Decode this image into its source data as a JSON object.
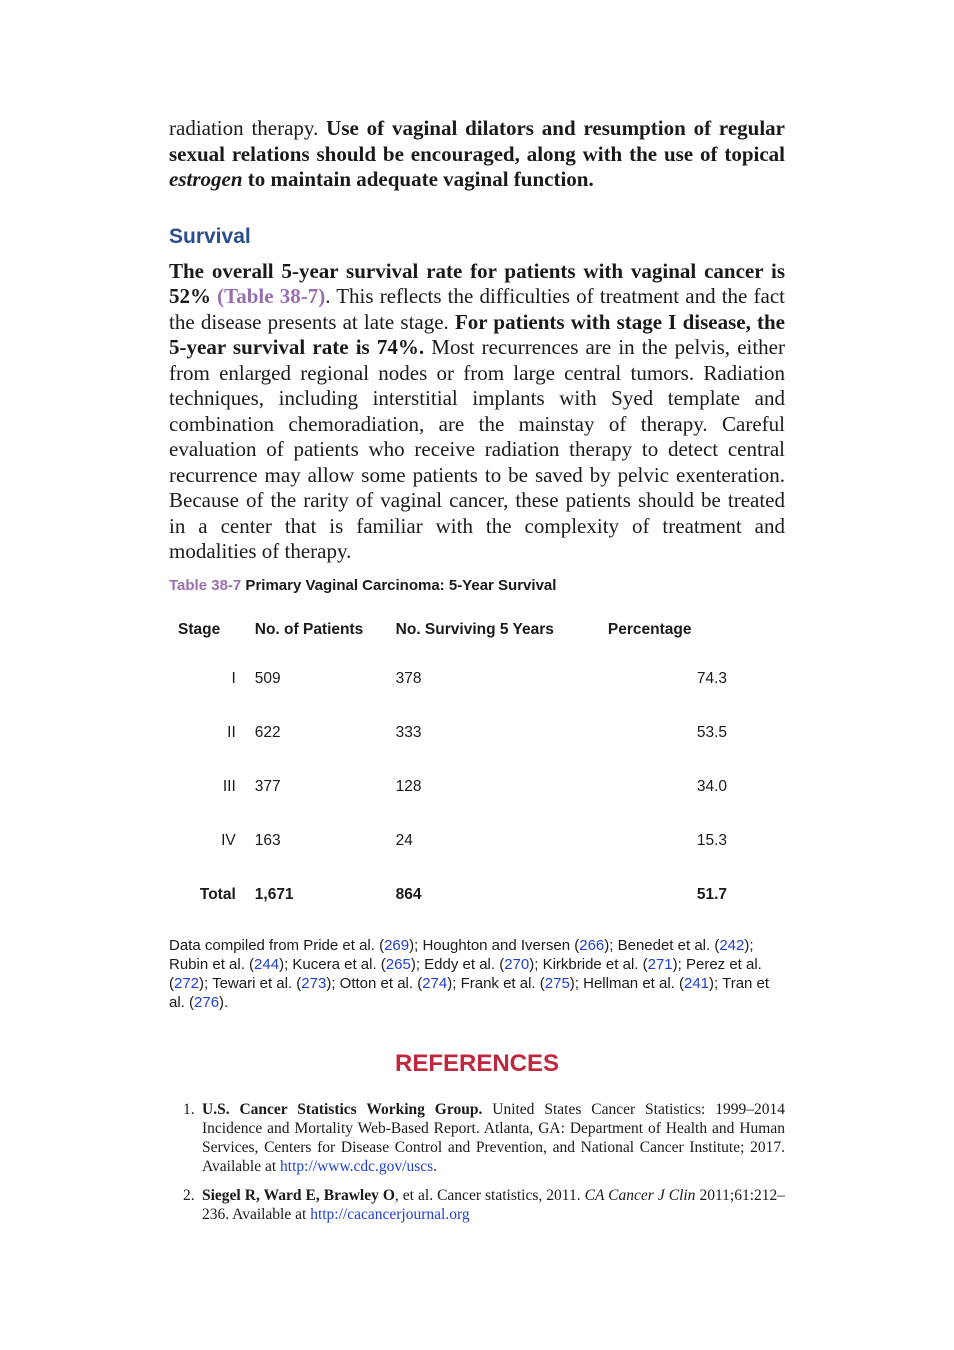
{
  "intro": {
    "plain": "radiation therapy. ",
    "bold_a": "Use of vaginal dilators and resumption of regular sexual relations should be encouraged, along with the use of topical ",
    "bold_italic": "estrogen",
    "bold_b": " to maintain adequate vaginal function."
  },
  "survival": {
    "heading": "Survival",
    "bold_1": "The overall 5-year survival rate for patients with vaginal cancer is 52% ",
    "table_ref": "(Table 38-7)",
    "text_1": ". This reflects the difficulties of treatment and the fact the disease presents at late stage. ",
    "bold_2": "For patients with stage I disease, the 5-year survival rate is 74%.",
    "text_2": " Most recurrences are in the pelvis, either from enlarged regional nodes or from large central tumors. Radiation techniques, including interstitial implants with Syed template and combination chemoradiation, are the mainstay of therapy. Careful evaluation of patients who receive radiation therapy to detect central recurrence may allow some patients to be saved by pelvic exenteration. Because of the rarity of vaginal cancer, these patients should be treated in a center that is familiar with the complexity of treatment and modalities of therapy."
  },
  "table": {
    "caption_num": "Table 38-7",
    "caption_title": " Primary Vaginal Carcinoma: 5-Year Survival",
    "headers": [
      "Stage",
      "No. of Patients",
      "No. Surviving 5 Years",
      "Percentage"
    ],
    "rows": [
      [
        "I",
        "509",
        "378",
        "74.3"
      ],
      [
        "II",
        "622",
        "333",
        "53.5"
      ],
      [
        "III",
        "377",
        "128",
        "34.0"
      ],
      [
        "IV",
        "163",
        "24",
        "15.3"
      ]
    ],
    "total": [
      "Total",
      "1,671",
      "864",
      "51.7"
    ]
  },
  "footnote": {
    "parts": [
      "Data compiled from Pride et al. (",
      "269",
      "); Houghton and Iversen (",
      "266",
      "); Benedet et al. (",
      "242",
      "); Rubin et al. (",
      "244",
      "); Kucera et al. (",
      "265",
      "); Eddy et al. (",
      "270",
      "); Kirkbride et al. (",
      "271",
      "); Perez et al. (",
      "272",
      "); Tewari et al. (",
      "273",
      "); Otton et al. (",
      "274",
      "); Frank et al. (",
      "275",
      "); Hellman et al. (",
      "241",
      "); Tran et al. (",
      "276",
      ")."
    ]
  },
  "references": {
    "heading": "REFERENCES",
    "items": [
      {
        "num": "1.",
        "authors": "U.S. Cancer Statistics Working Group.",
        "text": " United States Cancer Statistics: 1999–2014 Incidence and Mortality Web-Based Report. Atlanta, GA: Department of Health and Human Services, Centers for Disease Control and Prevention, and National Cancer Institute; 2017. Available at ",
        "journal": "",
        "text2": "",
        "link": "http://www.cdc.gov/uscs",
        "end": "."
      },
      {
        "num": "2.",
        "authors": "Siegel R, Ward E, Brawley O",
        "text": ", et al. Cancer statistics, 2011. ",
        "journal": "CA Cancer J Clin",
        "text2": " 2011;61:212–236. Available at ",
        "link": "http://cacancerjournal.org",
        "end": ""
      }
    ]
  }
}
